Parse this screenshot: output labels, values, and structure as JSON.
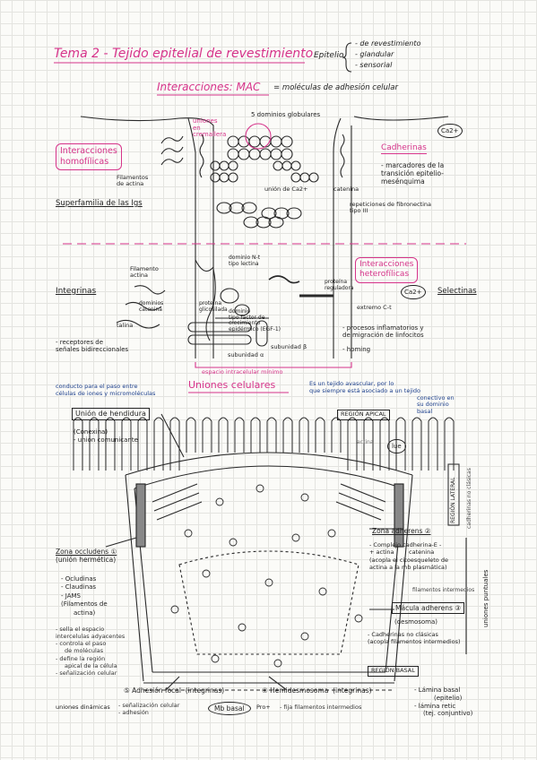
{
  "title": "Tema 2 - Tejido epitelial de revestimiento",
  "epitelio": {
    "label": "Epitelio",
    "types": [
      "- de revestimiento",
      "- glandular",
      "- sensorial"
    ]
  },
  "interacciones_title": "Interacciones: MAC",
  "mac_def": "= moléculas de adhesión celular",
  "top_diagram": {
    "interacciones_homofilicas": [
      "Interacciones",
      "homofílicas"
    ],
    "cadherinas": "Cadherinas",
    "ca2": "Ca2+",
    "ca2_b": "Ca2+",
    "uniones_cremallera": [
      "uniones",
      "en",
      "cremallera"
    ],
    "dominios_globulares": "5 dominios globulares",
    "filamentos_actina": [
      "Filamentos",
      "de actina"
    ],
    "catenina": "catenina",
    "union_ca": "unión de Ca2+",
    "marcadores": [
      "- marcadores de la",
      "transición epitelio-",
      "mesénquima"
    ],
    "superfamilia": "Superfamilia de las Igs",
    "fibronectina": [
      "repeticiones de fibronectina",
      "tipo III"
    ]
  },
  "mid_diagram": {
    "integrinas": "Integrinas",
    "filamento_actina": [
      "Filamento",
      "actina"
    ],
    "dominios_catenina": [
      "dominios",
      "catenina"
    ],
    "talina": "talina",
    "proteina_glicosilada": [
      "proteína",
      "glicosilada"
    ],
    "dominio_lectina": [
      "dominio N-t",
      "tipo lectina"
    ],
    "dominio_egf": [
      "dominio",
      "tipo factor de",
      "crecimiento",
      "epidérmico (EGF-1)"
    ],
    "subunidad_b": "subunidad β",
    "subunidad_a": "subunidad α",
    "espacio": "espacio intracelular mínimo",
    "receptores": [
      "- receptores de",
      "señales bidireccionales"
    ],
    "interacciones_heterofilicas": [
      "Interacciones",
      "heterofílicas"
    ],
    "proteina_reguladora": [
      "proteína",
      "reguladora"
    ],
    "extremo": "extremo C-t",
    "ca2": "Ca2+",
    "selectinas": "Selectinas",
    "procesos": [
      "- procesos inflamatorios y",
      "de migración de linfocitos"
    ],
    "homing": "- homing"
  },
  "uniones": {
    "title": "Uniones celulares",
    "conducto": [
      "conducto para el paso entre",
      "células de iones y micromoléculas"
    ],
    "avascular": [
      "Es un tejido avascular, por lo",
      "que siempre está asociado a un tejido",
      "conectivo en",
      "su dominio",
      "basal"
    ],
    "union_hendidura": "Unión de hendidura",
    "conexina": [
      "(Conexina)",
      "- unión comunicante"
    ],
    "region_apical": "REGIÓN APICAL",
    "region_lateral": "REGIÓN LATERAL",
    "region_basal": "REGIÓN BASAL",
    "lue": "lue",
    "actina": "actina",
    "cadherinas_no_clasicas": "cadherinas no clásicas",
    "uniones_puntuales": "uniones puntuales",
    "zona_occludens": [
      "Zona occludens ①",
      "(unión hermética)"
    ],
    "occludens_list": [
      "- Ocludinas",
      "- Claudinas",
      "- JAMS",
      "(Filamentos de",
      "actina)"
    ],
    "occludens_func": [
      "- sella el espacio",
      "intercelulas adyacentes",
      "- controla el paso",
      "de moléculas",
      "- define la región",
      "apical de la célula",
      "- señalización celular"
    ],
    "zona_adherens": "Zona adherens ②",
    "adherens_list": [
      "- Complejo cadherina-E -",
      "+ actina        catenina",
      "(acopla el citoesqueleto de",
      "actina a la mb plasmática)"
    ],
    "filamentos_intermedios": "filamentos intermedios",
    "macula": "Mácula adherens ③",
    "desmosoma": "(desmosoma)",
    "macula_list": [
      "- Cadherinas no clásicas",
      "(acopla filamentos intermedios)"
    ],
    "adhesion_focal": "⑤ Adhesión focal  (integrinas)",
    "uniones_dinamicas": "uniones dinámicas",
    "focal_list": [
      "- señalización celular",
      "- adhesión"
    ],
    "mb_basal": "Mb basal",
    "hemidesmosoma": "④ Hemidesmosoma  (integrinas)",
    "pro": "Pro+",
    "fija": "- fija filamentos intermedios",
    "lamina": [
      "- Lámina basal",
      "(epitelio)",
      "- lámina retic",
      "(tej. conjuntivo)"
    ]
  }
}
